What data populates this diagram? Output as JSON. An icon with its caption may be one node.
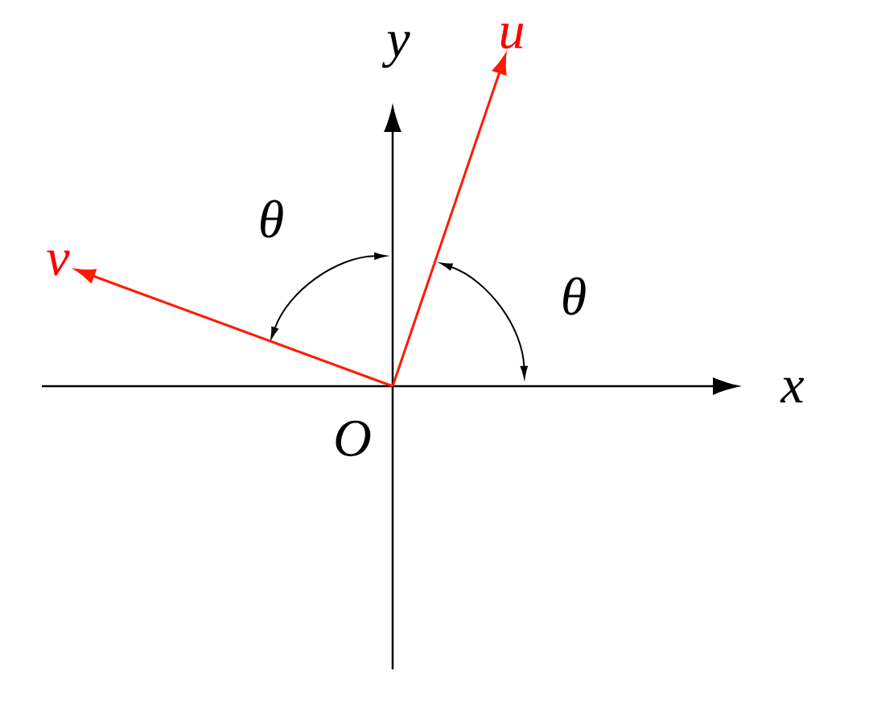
{
  "diagram": {
    "nodes": [
      {
        "text": [
          "u"
        ]
      },
      {
        "text": [
          "v"
        ]
      }
    ],
    "edges": [
      {
        "from": null,
        "to": 0,
        "arrow": "to",
        "color": "#ff1a00"
      },
      {
        "from": null,
        "to": 1,
        "arrow": "to",
        "color": "#ff1a00"
      }
    ],
    "labels": [
      "y",
      "θ",
      "θ",
      "x",
      "O"
    ]
  }
}
